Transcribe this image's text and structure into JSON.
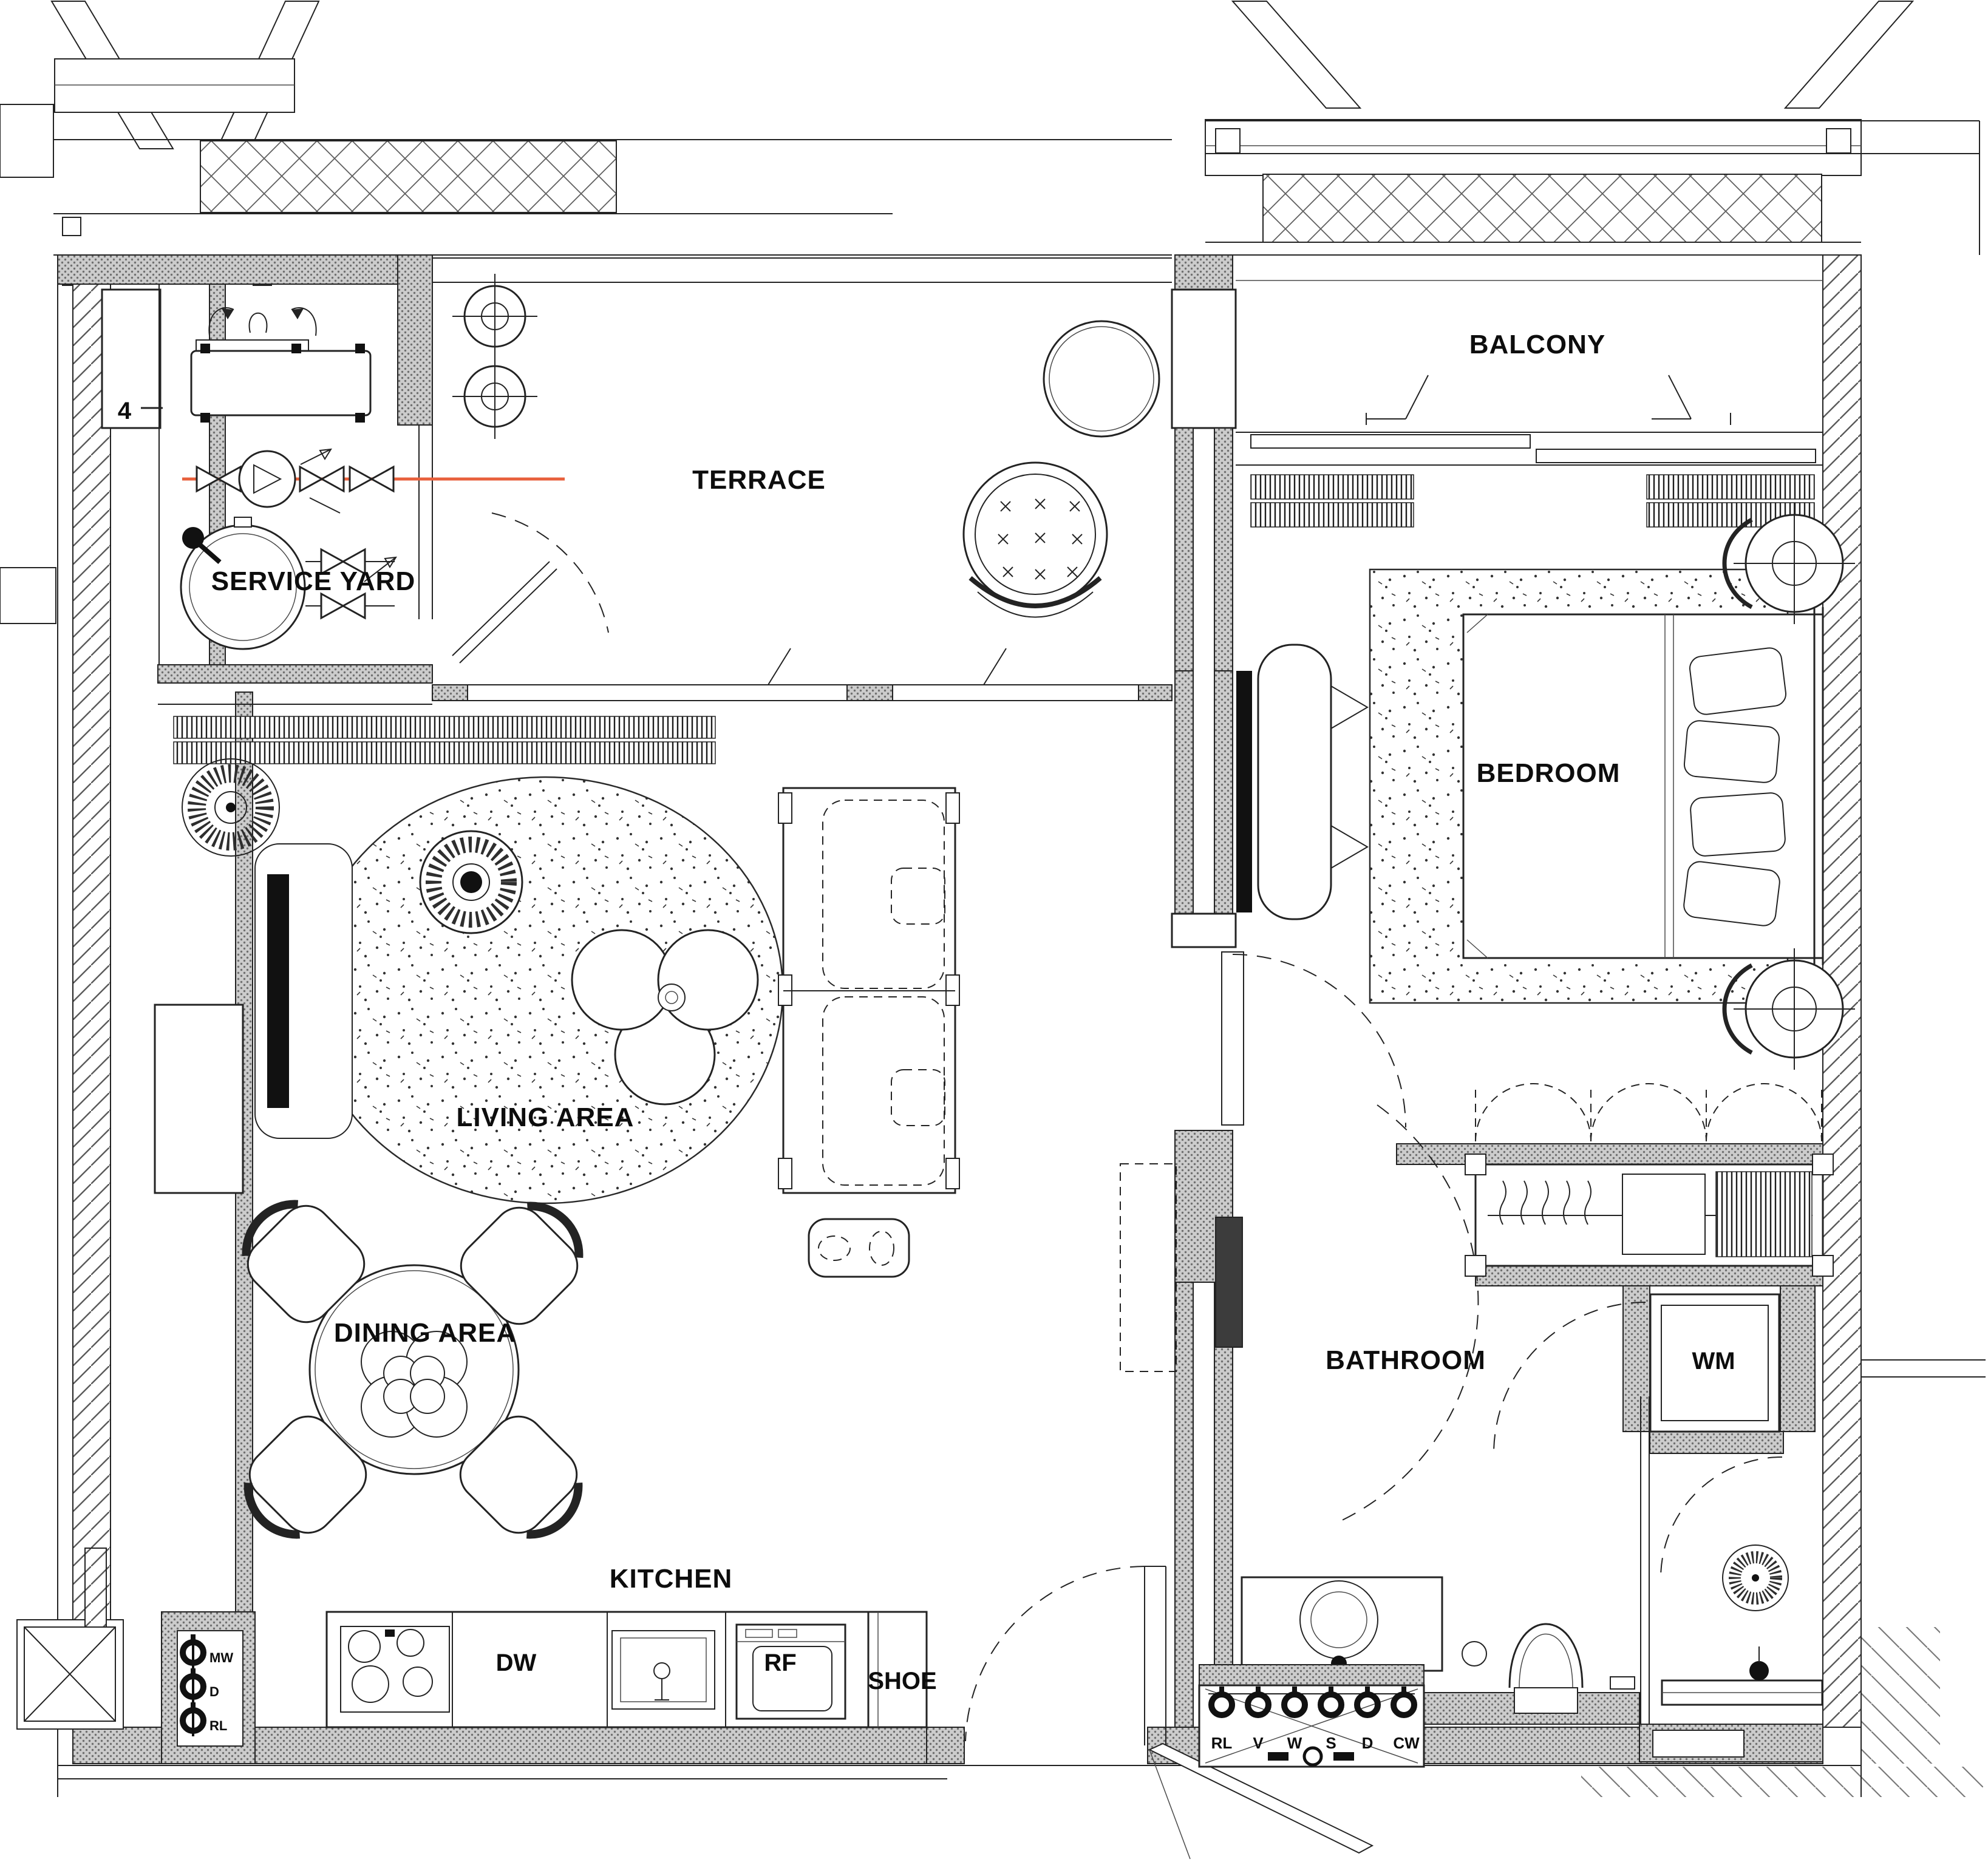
{
  "plan": {
    "rooms": {
      "service_yard": "SERVICE YARD",
      "terrace": "TERRACE",
      "balcony": "BALCONY",
      "bedroom": "BEDROOM",
      "living_area": "LIVING AREA",
      "dining_area": "DINING AREA",
      "bathroom": "BATHROOM",
      "kitchen": "KITCHEN"
    },
    "fixtures": {
      "dw": "DW",
      "rf": "RF",
      "wm": "WM",
      "shoe": "SHOE"
    },
    "grid_marker": "4",
    "risers": {
      "hall": [
        "RL",
        "V",
        "W",
        "S",
        "D",
        "CW"
      ],
      "kitchen": [
        "MW",
        "D",
        "RL"
      ]
    },
    "colors": {
      "line": "#232323",
      "wall_fill": "#cccccc",
      "pipe_highlight": "#e8603c",
      "paper": "#ffffff"
    }
  }
}
